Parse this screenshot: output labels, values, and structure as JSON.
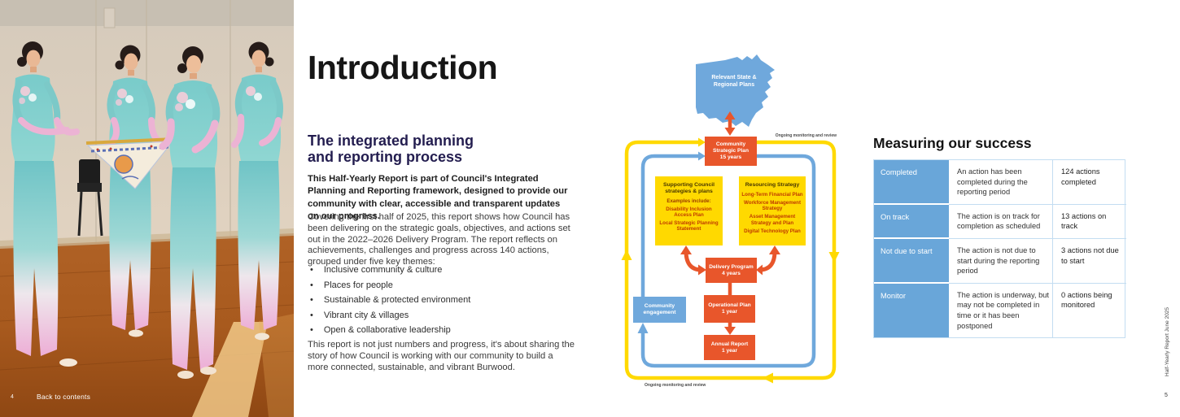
{
  "page": {
    "footer_left": {
      "page_number": "4",
      "back_to_contents": "Back to contents"
    },
    "footer_right": {
      "page_number": "5",
      "edge_text": "Half-Yearly Report June 2025"
    }
  },
  "intro": {
    "title": "Introduction",
    "subtitle": "The integrated planning and reporting process",
    "lead": "This Half-Yearly Report is part of Council's Integrated Planning and Reporting framework, designed to provide our community with clear, accessible and transparent updates on our progress.",
    "paragraph1": "Covering the first half of 2025, this report shows how Council has been delivering on the strategic goals, objectives, and actions set out in the 2022–2026 Delivery Program. The report reflects on achievements, challenges and progress across 140 actions, grouped under five key themes:",
    "bullets": [
      "Inclusive community & culture",
      "Places for people",
      "Sustainable & protected environment",
      "Vibrant city & villages",
      "Open & collaborative leadership"
    ],
    "paragraph2": "This report is not just numbers and progress, it's about sharing the story of how Council is working with our community to build a more connected, sustainable, and vibrant Burwood."
  },
  "diagram": {
    "state_plans": "Relevant State & Regional Plans",
    "monitoring_top": "Ongoing monitoring and review",
    "monitoring_bottom": "Ongoing monitoring and review",
    "csp": {
      "name": "Community Strategic Plan",
      "duration": "15 years"
    },
    "supporting": {
      "title": "Supporting Council strategies & plans",
      "note": "Examples include:",
      "items": [
        "Disability Inclusion Access Plan",
        "Local Strategic Planning Statement"
      ]
    },
    "resourcing": {
      "title": "Resourcing Strategy",
      "items": [
        "Long-Term Financial Plan",
        "Workforce Management Strategy",
        "Asset Management Strategy and Plan",
        "Digital Technology Plan"
      ]
    },
    "delivery": {
      "name": "Delivery Program",
      "duration": "4 years"
    },
    "operational": {
      "name": "Operational Plan",
      "duration": "1 year"
    },
    "annual": {
      "name": "Annual Report",
      "duration": "1 year"
    },
    "engagement": "Community engagement"
  },
  "measuring": {
    "title": "Measuring our success",
    "rows": [
      {
        "label": "Completed",
        "description": "An action has been completed during the reporting period",
        "count": "124 actions completed"
      },
      {
        "label": "On track",
        "description": "The action is on track for completion as scheduled",
        "count": "13 actions on track"
      },
      {
        "label": "Not due to start",
        "description": "The action is not due to start during the reporting period",
        "count": "3 actions not due to start"
      },
      {
        "label": "Monitor",
        "description": "The action is underway, but may not be completed in time or it has been postponed",
        "count": "0 actions being monitored"
      }
    ]
  },
  "colors": {
    "accent_orange": "#E8562B",
    "accent_yellow": "#FFD900",
    "accent_blue": "#6FA8DC",
    "table_blue": "#69A6D9",
    "heading_navy": "#231D4F",
    "diagram_item_red": "#BF3A00"
  }
}
